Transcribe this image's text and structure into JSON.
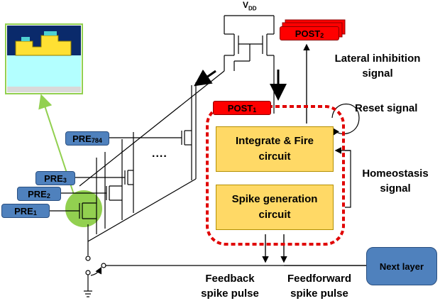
{
  "vdd": {
    "main": "V",
    "sub": "DD"
  },
  "post_top": {
    "main": "POST",
    "sub": "2"
  },
  "post_mid": {
    "main": "POST",
    "sub": "1"
  },
  "lateral_label": [
    "Lateral inhibition",
    "signal"
  ],
  "reset_label": "Reset signal",
  "homeostasis_label": [
    "Homeostasis",
    "signal"
  ],
  "integrate_box": [
    "Integrate & Fire",
    "circuit"
  ],
  "spike_box": [
    "Spike generation",
    "circuit"
  ],
  "feedback_label": [
    "Feedback",
    "spike pulse"
  ],
  "feedforward_label": [
    "Feedforward",
    "spike pulse"
  ],
  "next_layer": "Next layer",
  "pre_inputs": [
    {
      "main": "PRE",
      "sub": "784"
    },
    {
      "main": "PRE",
      "sub": "3"
    },
    {
      "main": "PRE",
      "sub": "2"
    },
    {
      "main": "PRE",
      "sub": "1"
    }
  ],
  "ellipsis": "....",
  "colors": {
    "pre_blue": "#4f81bd",
    "post_red": "#ff0000",
    "circuit_yellow": "#ffd966",
    "dashed_red": "#e00000",
    "highlight_green": "#92d050",
    "inset_cyan": "#b3ffff",
    "inset_layer": "#ffe033"
  }
}
